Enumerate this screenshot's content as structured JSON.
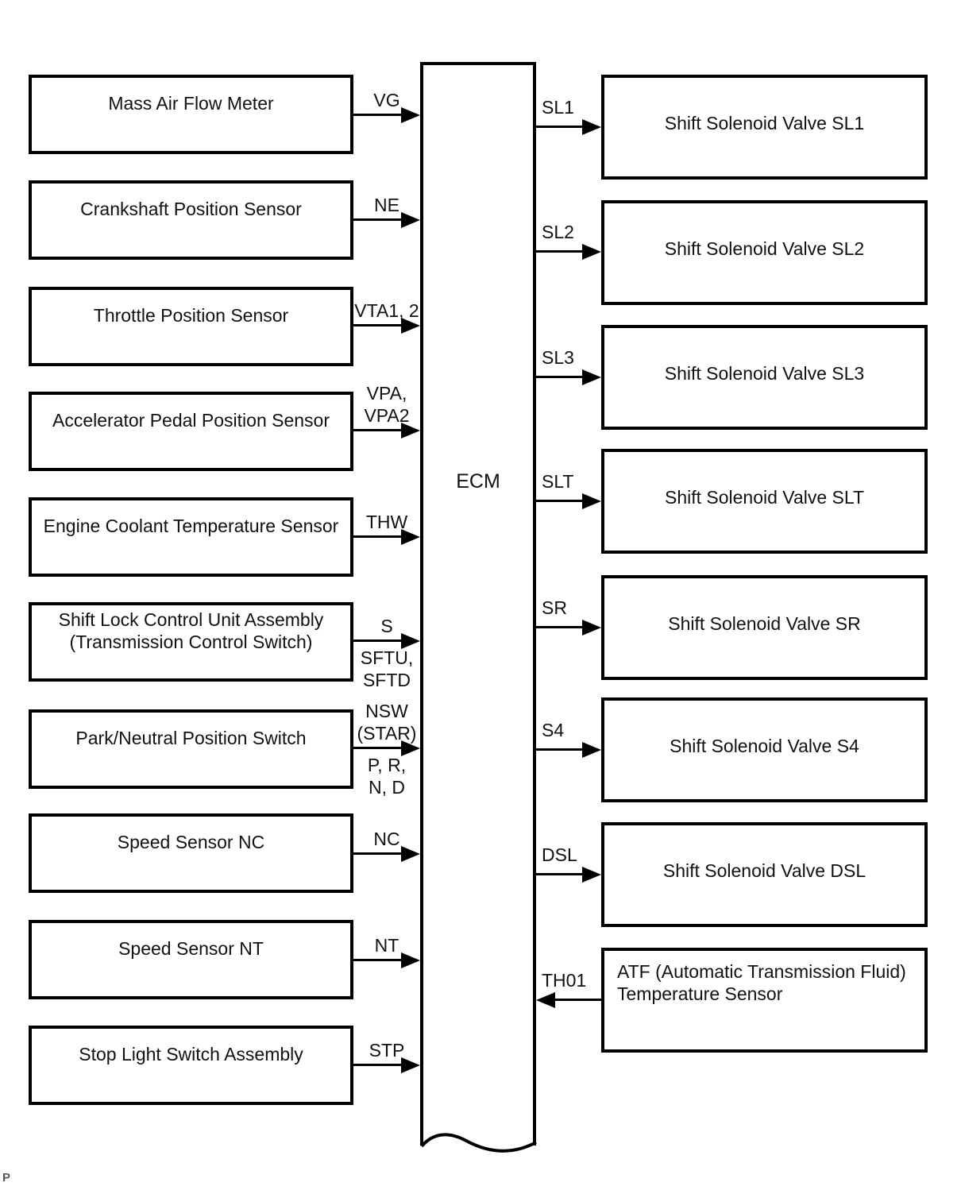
{
  "ecm": {
    "label": "ECM"
  },
  "page_marker": "P",
  "colors": {
    "line": "#000000",
    "text": "#111111",
    "background": "#ffffff"
  },
  "inputs": [
    {
      "label": "Mass Air Flow Meter",
      "signal": "VG"
    },
    {
      "label": "Crankshaft Position Sensor",
      "signal": "NE"
    },
    {
      "label": "Throttle Position Sensor",
      "signal": "VTA1, 2"
    },
    {
      "label": "Accelerator Pedal Position Sensor",
      "signal": "VPA,\nVPA2"
    },
    {
      "label": "Engine Coolant Temperature Sensor",
      "signal": "THW"
    },
    {
      "label": "Shift Lock Control Unit Assembly\n(Transmission Control Switch)",
      "signal": "S",
      "signal_below": "SFTU,\nSFTD"
    },
    {
      "label": "Park/Neutral Position Switch",
      "signal": "NSW\n(STAR)",
      "signal_below": "P, R,\nN, D"
    },
    {
      "label": "Speed Sensor NC",
      "signal": "NC"
    },
    {
      "label": "Speed Sensor NT",
      "signal": "NT"
    },
    {
      "label": "Stop Light Switch Assembly",
      "signal": "STP"
    }
  ],
  "outputs": [
    {
      "label": "Shift Solenoid Valve SL1",
      "signal": "SL1",
      "direction": "from-ecm"
    },
    {
      "label": "Shift Solenoid Valve SL2",
      "signal": "SL2",
      "direction": "from-ecm"
    },
    {
      "label": "Shift Solenoid Valve SL3",
      "signal": "SL3",
      "direction": "from-ecm"
    },
    {
      "label": "Shift Solenoid Valve SLT",
      "signal": "SLT",
      "direction": "from-ecm"
    },
    {
      "label": "Shift Solenoid Valve SR",
      "signal": "SR",
      "direction": "from-ecm"
    },
    {
      "label": "Shift Solenoid Valve S4",
      "signal": "S4",
      "direction": "from-ecm"
    },
    {
      "label": "Shift Solenoid Valve DSL",
      "signal": "DSL",
      "direction": "from-ecm"
    },
    {
      "label": "ATF (Automatic Transmission Fluid)\nTemperature Sensor",
      "signal": "TH01",
      "direction": "to-ecm"
    }
  ]
}
